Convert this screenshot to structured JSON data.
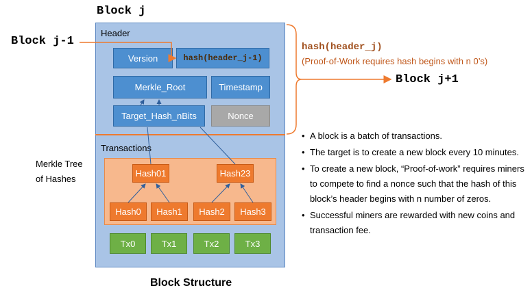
{
  "title_block_j": "Block j",
  "label_block_j_minus_1": "Block j-1",
  "label_block_j_plus_1": "Block j+1",
  "header": {
    "label": "Header",
    "version": "Version",
    "prev_hash": "hash(header_j-1)",
    "merkle_root": "Merkle_Root",
    "timestamp": "Timestamp",
    "target": "Target_Hash_nBits",
    "nonce": "Nonce"
  },
  "transactions": {
    "label": "Transactions",
    "hash01": "Hash01",
    "hash23": "Hash23",
    "hash0": "Hash0",
    "hash1": "Hash1",
    "hash2": "Hash2",
    "hash3": "Hash3",
    "tx0": "Tx0",
    "tx1": "Tx1",
    "tx2": "Tx2",
    "tx3": "Tx3"
  },
  "merkle_tree_label_line1": "Merkle Tree",
  "merkle_tree_label_line2": "of Hashes",
  "hash_header_j": "hash(header_j)",
  "pow_note": "(Proof-of-Work requires hash begins with n 0’s)",
  "bullets": [
    "A block is a batch of transactions.",
    "The target is to create a new block every 10 minutes.",
    "To create a new block, “Proof-of-work” requires miners to compete to find a nonce such that the hash of this block’s header begins with n number of zeros.",
    "Successful miners are rewarded with new coins and transaction fee."
  ],
  "caption": "Block Structure",
  "colors": {
    "block_bg": "#a9c4e6",
    "header_box": "#4d8fd0",
    "orange": "#ee7a2e",
    "green": "#6eb046",
    "gray": "#a8a8a8",
    "hash_text": "#a0501e",
    "pow_text": "#c0571a"
  }
}
